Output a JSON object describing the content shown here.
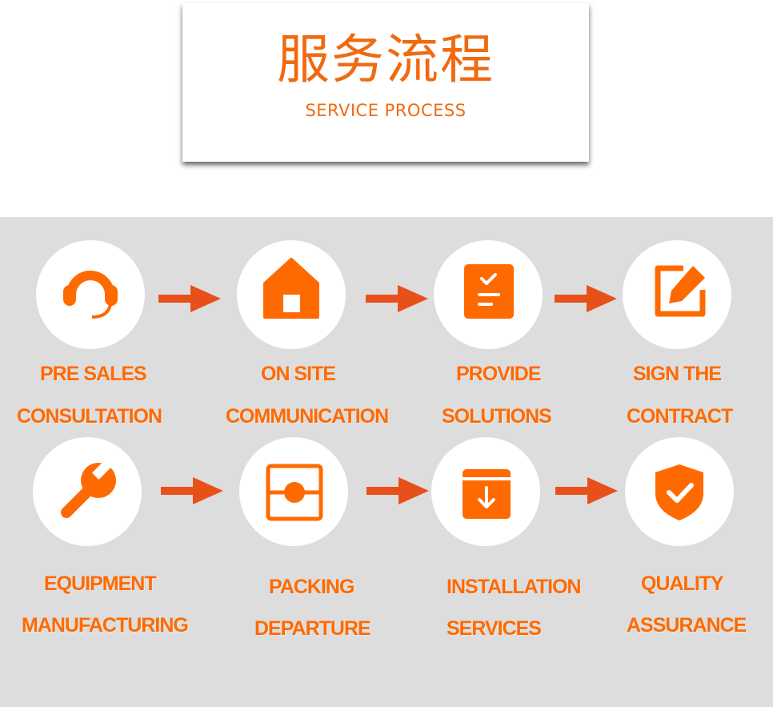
{
  "header": {
    "title_cn": "服务流程",
    "title_en": "SERVICE PROCESS"
  },
  "colors": {
    "accent": "#f06a10",
    "arrow": "#e8501a",
    "panel": "#dddddd"
  },
  "steps": [
    {
      "icon": "headset-icon",
      "line1": "PRE SALES",
      "line2": "CONSULTATION"
    },
    {
      "icon": "house-icon",
      "line1": "ON SITE",
      "line2": "COMMUNICATION"
    },
    {
      "icon": "checklist-icon",
      "line1": "PROVIDE",
      "line2": "SOLUTIONS"
    },
    {
      "icon": "edit-icon",
      "line1": "SIGN THE",
      "line2": "CONTRACT"
    },
    {
      "icon": "wrench-icon",
      "line1": "EQUIPMENT",
      "line2": "MANUFACTURING"
    },
    {
      "icon": "package-icon",
      "line1": "PACKING",
      "line2": "DEPARTURE"
    },
    {
      "icon": "install-box-icon",
      "line1": "INSTALLATION",
      "line2": "SERVICES"
    },
    {
      "icon": "shield-check-icon",
      "line1": "QUALITY",
      "line2": "ASSURANCE"
    }
  ]
}
